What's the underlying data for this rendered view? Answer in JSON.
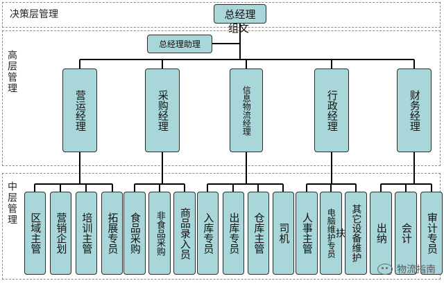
{
  "sections": {
    "decision": "决策层管理",
    "high": "高层管理",
    "middle": "中层管理"
  },
  "top": {
    "gm": "总经理",
    "gm_overlap": "组文",
    "assistant": "总经理助理"
  },
  "managers": [
    "营运经理",
    "采购经理",
    "信息物流经理",
    "行政经理",
    "财务经理"
  ],
  "leaves": [
    "区域主管",
    "营销企划",
    "培训主管",
    "拓展专员",
    "食品采购",
    "非食品采购",
    "商品录入员",
    "入库专员",
    "出库专员",
    "仓库主管",
    "司机",
    "人事主管",
    "电脑维护专员",
    "其它设备维护",
    "出纳",
    "会计",
    "审计专员"
  ],
  "leaf_overlap": "扶",
  "watermark": "物流指南",
  "colors": {
    "box_fill": "#a9d6d8",
    "box_border": "#2b2b2b",
    "lines": "#000000",
    "section_border": "#8a8a8a"
  }
}
